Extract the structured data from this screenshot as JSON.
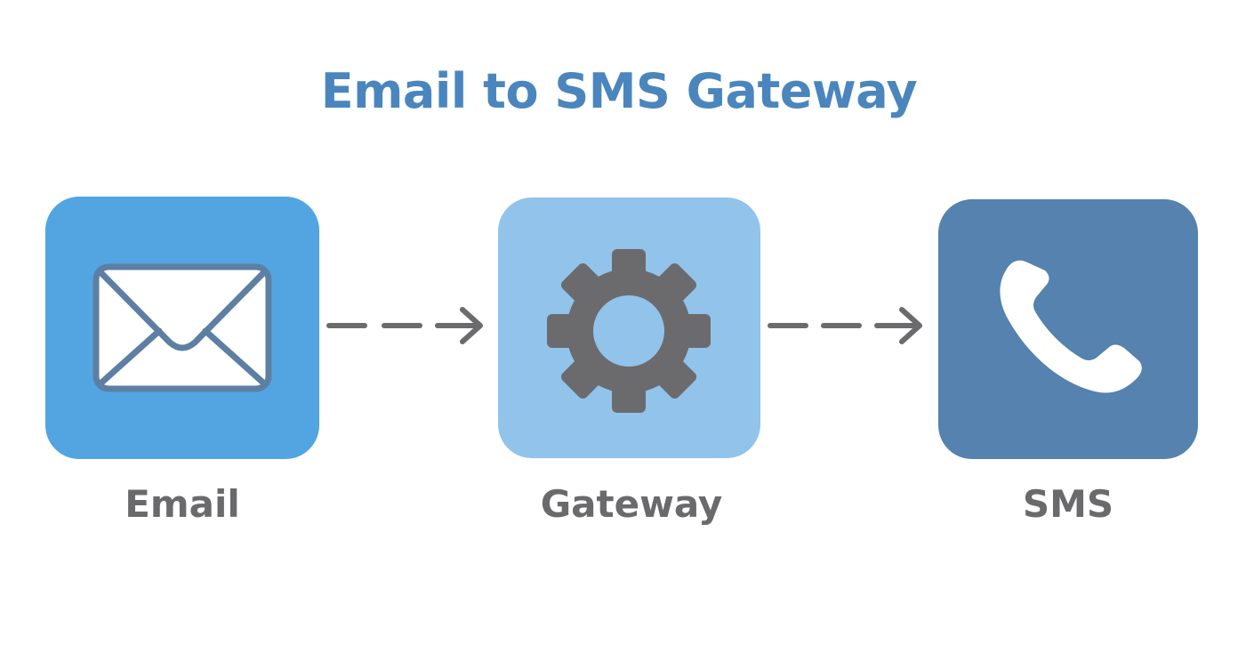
{
  "diagram": {
    "title": "Email to SMS Gateway",
    "colors": {
      "title": "#4a86bd",
      "email_box": "#52a5e0",
      "gateway_box": "#92c3ea",
      "sms_box": "#5582ae",
      "icon_gray": "#6b6b6e",
      "label_gray": "#6a6a6c"
    },
    "nodes": [
      {
        "id": "email",
        "label": "Email",
        "icon": "envelope-icon"
      },
      {
        "id": "gateway",
        "label": "Gateway",
        "icon": "gear-icon"
      },
      {
        "id": "sms",
        "label": "SMS",
        "icon": "phone-icon"
      }
    ],
    "edges": [
      {
        "from": "email",
        "to": "gateway",
        "style": "dashed-arrow"
      },
      {
        "from": "gateway",
        "to": "sms",
        "style": "dashed-arrow"
      }
    ]
  }
}
